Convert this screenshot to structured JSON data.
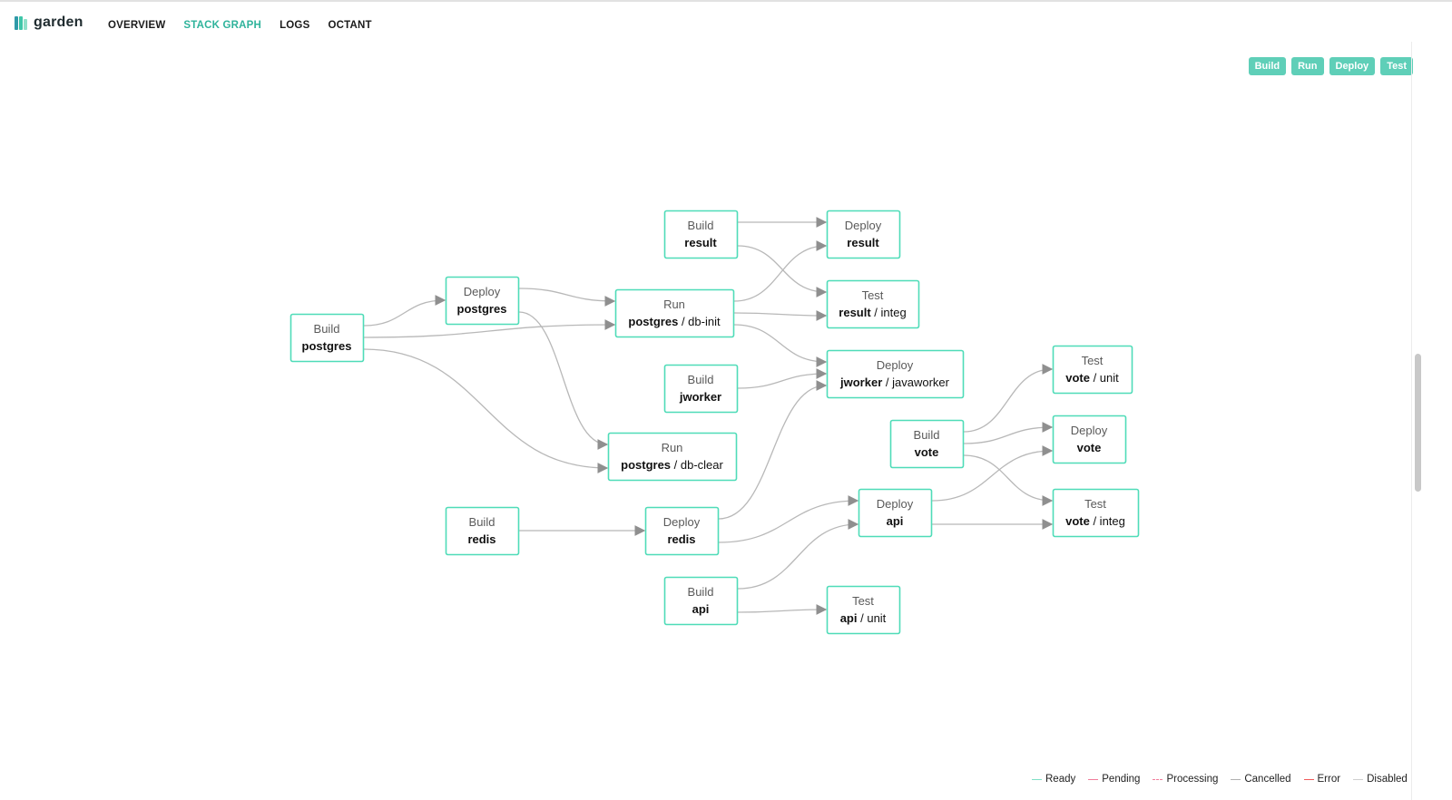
{
  "app": {
    "logo_text": "garden"
  },
  "nav": [
    {
      "label": "OVERVIEW",
      "active": false
    },
    {
      "label": "STACK GRAPH",
      "active": true
    },
    {
      "label": "LOGS",
      "active": false
    },
    {
      "label": "OCTANT",
      "active": false
    }
  ],
  "filters": [
    "Build",
    "Run",
    "Deploy",
    "Test"
  ],
  "colors": {
    "accent": "#2fb39b",
    "node_border": "#4fdcb8",
    "filter_bg": "#5fcfb8",
    "edge": "#b8b8b8",
    "arrow": "#8f8f8f"
  },
  "nodes": [
    {
      "id": "build-postgres",
      "type": "Build",
      "name": "postgres"
    },
    {
      "id": "deploy-postgres",
      "type": "Deploy",
      "name": "postgres"
    },
    {
      "id": "build-result",
      "type": "Build",
      "name": "result"
    },
    {
      "id": "run-db-init",
      "type": "Run",
      "name": "postgres",
      "sub": " / db-init"
    },
    {
      "id": "build-jworker",
      "type": "Build",
      "name": "jworker"
    },
    {
      "id": "run-db-clear",
      "type": "Run",
      "name": "postgres",
      "sub": " / db-clear"
    },
    {
      "id": "build-redis",
      "type": "Build",
      "name": "redis"
    },
    {
      "id": "deploy-redis",
      "type": "Deploy",
      "name": "redis"
    },
    {
      "id": "build-api",
      "type": "Build",
      "name": "api"
    },
    {
      "id": "deploy-result",
      "type": "Deploy",
      "name": "result"
    },
    {
      "id": "test-result-integ",
      "type": "Test",
      "name": "result",
      "sub": " / integ"
    },
    {
      "id": "deploy-jworker",
      "type": "Deploy",
      "name": "jworker",
      "sub": " / javaworker"
    },
    {
      "id": "deploy-api",
      "type": "Deploy",
      "name": "api"
    },
    {
      "id": "test-api-unit",
      "type": "Test",
      "name": "api",
      "sub": " / unit"
    },
    {
      "id": "build-vote",
      "type": "Build",
      "name": "vote"
    },
    {
      "id": "test-vote-unit",
      "type": "Test",
      "name": "vote",
      "sub": " / unit"
    },
    {
      "id": "deploy-vote",
      "type": "Deploy",
      "name": "vote"
    },
    {
      "id": "test-vote-integ",
      "type": "Test",
      "name": "vote",
      "sub": " / integ"
    }
  ],
  "edges": [
    [
      "build-postgres",
      "deploy-postgres"
    ],
    [
      "build-postgres",
      "run-db-init"
    ],
    [
      "build-postgres",
      "run-db-clear"
    ],
    [
      "deploy-postgres",
      "run-db-init"
    ],
    [
      "deploy-postgres",
      "run-db-clear"
    ],
    [
      "build-result",
      "deploy-result"
    ],
    [
      "build-result",
      "test-result-integ"
    ],
    [
      "run-db-init",
      "deploy-result"
    ],
    [
      "run-db-init",
      "test-result-integ"
    ],
    [
      "run-db-init",
      "deploy-jworker"
    ],
    [
      "build-jworker",
      "deploy-jworker"
    ],
    [
      "build-redis",
      "deploy-redis"
    ],
    [
      "deploy-redis",
      "deploy-jworker"
    ],
    [
      "deploy-redis",
      "deploy-api"
    ],
    [
      "build-api",
      "deploy-api"
    ],
    [
      "build-api",
      "test-api-unit"
    ],
    [
      "build-vote",
      "test-vote-unit"
    ],
    [
      "build-vote",
      "deploy-vote"
    ],
    [
      "build-vote",
      "test-vote-integ"
    ],
    [
      "deploy-api",
      "deploy-vote"
    ],
    [
      "deploy-api",
      "test-vote-integ"
    ]
  ],
  "legend": [
    {
      "label": "Ready",
      "color": "#7fe0c6",
      "style": "solid"
    },
    {
      "label": "Pending",
      "color": "#f07c9a",
      "style": "solid"
    },
    {
      "label": "Processing",
      "color": "#f07c9a",
      "style": "dashed"
    },
    {
      "label": "Cancelled",
      "color": "#b0b0b0",
      "style": "solid"
    },
    {
      "label": "Error",
      "color": "#f05a5a",
      "style": "solid"
    },
    {
      "label": "Disabled",
      "color": "#cfcfcf",
      "style": "solid"
    }
  ]
}
